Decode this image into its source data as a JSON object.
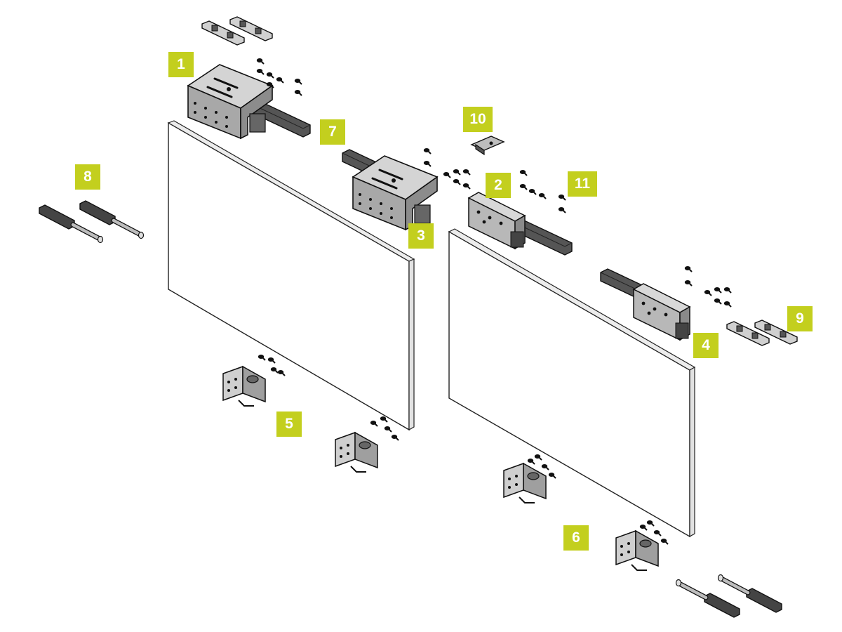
{
  "colors": {
    "callout_bg": "#c3cf1e",
    "callout_text": "#ffffff",
    "line": "#1a1a1a",
    "metal": "#9a9a9a",
    "metal_light": "#cfcfcf",
    "panel_face": "#ffffff",
    "panel_edge": "#e6e6e6",
    "background": "#ffffff"
  },
  "callouts": [
    {
      "id": "1",
      "text": "1"
    },
    {
      "id": "2",
      "text": "2"
    },
    {
      "id": "3",
      "text": "3"
    },
    {
      "id": "4",
      "text": "4"
    },
    {
      "id": "5",
      "text": "5"
    },
    {
      "id": "6",
      "text": "6"
    },
    {
      "id": "7",
      "text": "7"
    },
    {
      "id": "8",
      "text": "8"
    },
    {
      "id": "9",
      "text": "9"
    },
    {
      "id": "10",
      "text": "10"
    },
    {
      "id": "11",
      "text": "11"
    }
  ],
  "parts": {
    "door_panels": [
      "left-door-panel",
      "right-door-panel"
    ],
    "hardware": [
      "top-bracket",
      "damper-block",
      "bottom-guide",
      "soft-close-piston",
      "track-clip",
      "screw"
    ]
  }
}
